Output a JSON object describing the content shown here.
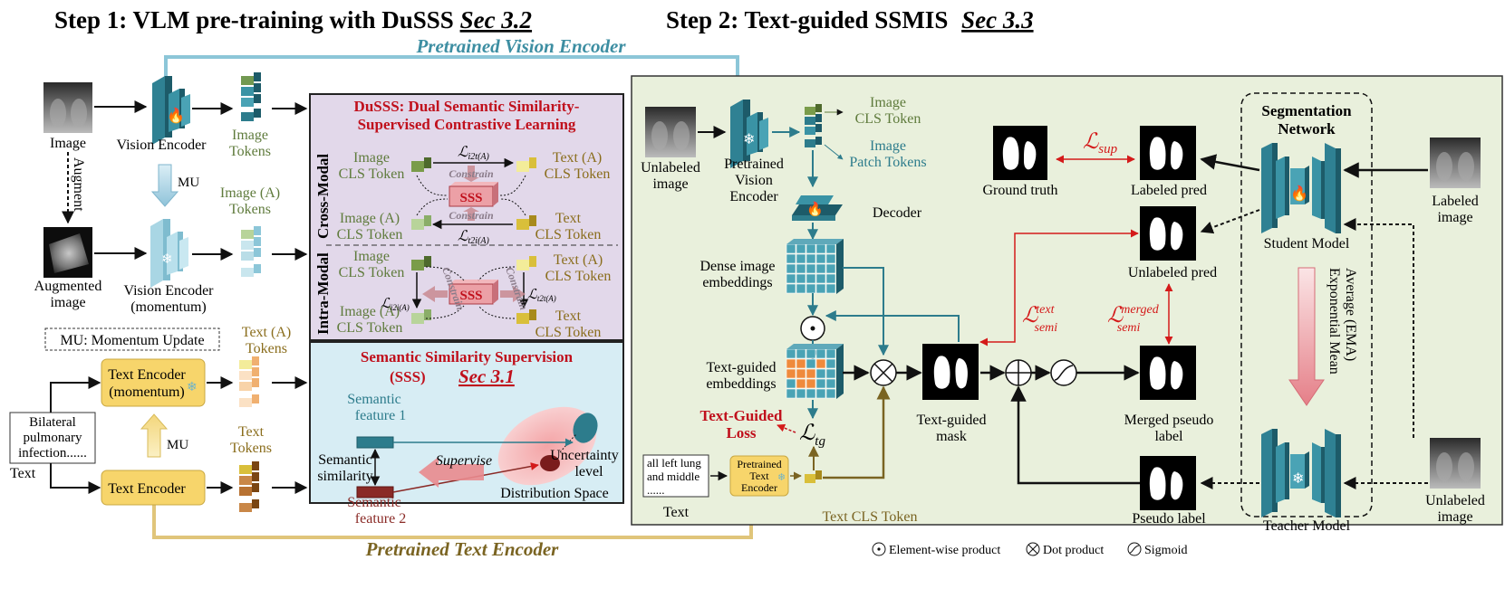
{
  "step1": {
    "title": "Step 1: VLM pre-training with DuSSS",
    "sec": "Sec 3.2",
    "pretrained_vision": "Pretrained Vision Encoder",
    "pretrained_text": "Pretrained Text Encoder",
    "image": "Image",
    "augment": "Augment",
    "augmented_1": "Augmented",
    "augmented_2": "image",
    "vision_encoder": "Vision Encoder",
    "vision_encoder_m1": "Vision Encoder",
    "vision_encoder_m2": "(momentum)",
    "mu": "MU",
    "mu_legend": "MU: Momentum Update",
    "image_tokens_1": "Image",
    "image_tokens_2": "Tokens",
    "image_a_tokens_1": "Image (A)",
    "image_a_tokens_2": "Tokens",
    "text_encoder_m1": "Text Encoder",
    "text_encoder_m2": "(momentum)",
    "text_encoder": "Text Encoder",
    "text_a_tokens_1": "Text (A)",
    "text_a_tokens_2": "Tokens",
    "text_tokens_1": "Text",
    "text_tokens_2": "Tokens",
    "input_text": [
      "Bilateral",
      "pulmonary",
      "infection......"
    ],
    "text_label": "Text"
  },
  "dusss": {
    "title_1": "DuSSS: Dual Semantic Similarity-",
    "title_2": "Supervised Contrastive Learning",
    "cross_modal": "Cross-Modal",
    "intra_modal": "Intra-Modal",
    "image_cls_1": "Image",
    "image_cls_2": "CLS Token",
    "text_a_cls_1": "Text (A)",
    "text_a_cls_2": "CLS Token",
    "image_a_cls_1": "Image (A)",
    "image_a_cls_2": "CLS Token",
    "text_cls_1": "Text",
    "text_cls_2": "CLS Token",
    "sss": "SSS",
    "constrain": "Constrain",
    "l_main": "ℒ",
    "l_sub_i2t_a": "i2t(A)",
    "l_sub_t2i_a": "t2i(A)",
    "l_sub_i2i_a": "i2i(A)",
    "l_sub_t2t_a": "t2t(A)"
  },
  "sss_panel": {
    "title_1": "Semantic Similarity Supervision",
    "title_2": "(SSS)",
    "sec": "Sec 3.1",
    "feat1_1": "Semantic",
    "feat1_2": "feature 1",
    "feat2_1": "Semantic",
    "feat2_2": "feature 2",
    "similarity_1": "Semantic",
    "similarity_2": "similarity",
    "supervise": "Supervise",
    "uncertainty_1": "Uncertainty",
    "uncertainty_2": "level",
    "distribution": "Distribution Space"
  },
  "step2": {
    "title": "Step 2: Text-guided SSMIS",
    "sec": "Sec 3.3",
    "unlabeled_1": "Unlabeled",
    "unlabeled_2": "image",
    "pretrained_ve_1": "Pretrained",
    "pretrained_ve_2": "Vision",
    "pretrained_ve_3": "Encoder",
    "image_cls_1": "Image",
    "image_cls_2": "CLS Token",
    "image_patch_1": "Image",
    "image_patch_2": "Patch Tokens",
    "decoder": "Decoder",
    "dense_1": "Dense image",
    "dense_2": "embeddings",
    "tg_emb_1": "Text-guided",
    "tg_emb_2": "embeddings",
    "tg_loss_1": "Text-Guided",
    "tg_loss_2": "Loss",
    "l_tg_sub": "tg",
    "input_text": [
      "all left lung",
      "and middle",
      "......"
    ],
    "text_label": "Text",
    "pte_1": "Pretrained",
    "pte_2": "Text",
    "pte_3": "Encoder",
    "text_cls": "Text CLS Token",
    "tg_mask_1": "Text-guided",
    "tg_mask_2": "mask",
    "ground_truth": "Ground truth",
    "labeled_pred": "Labeled pred",
    "l_sup_sub": "sup",
    "unlabeled_pred": "Unlabeled pred",
    "l_semi_sub": "semi",
    "l_text_sup": "text",
    "l_merged_sup": "merged",
    "merged_1": "Merged pseudo",
    "merged_2": "label",
    "pseudo_label": "Pseudo label",
    "seg_net_1": "Segmentation",
    "seg_net_2": "Network",
    "student": "Student Model",
    "teacher": "Teacher Model",
    "ema_1": "Exponential Mean",
    "ema_2": "Average (EMA)",
    "labeled_1": "Labeled",
    "labeled_2": "image",
    "unlabeled_r1": "Unlabeled",
    "unlabeled_r2": "image",
    "legend_element": "Element-wise product",
    "legend_dot": "Dot product",
    "legend_sigmoid": "Sigmoid"
  },
  "colors": {
    "teal": "#2d7c8c",
    "teal_light": "#9fd2e0",
    "gold": "#7a6422",
    "gold_fill": "#f7d56b",
    "red": "#c0101c",
    "token_green": "#5f7b3c",
    "dusss_bg": "#e2d8ea",
    "sss_bg": "#d7edf4",
    "step2_bg": "#e9f0dc"
  },
  "icons": {
    "fire": "fire-icon",
    "snowflake": "snowflake-icon"
  }
}
